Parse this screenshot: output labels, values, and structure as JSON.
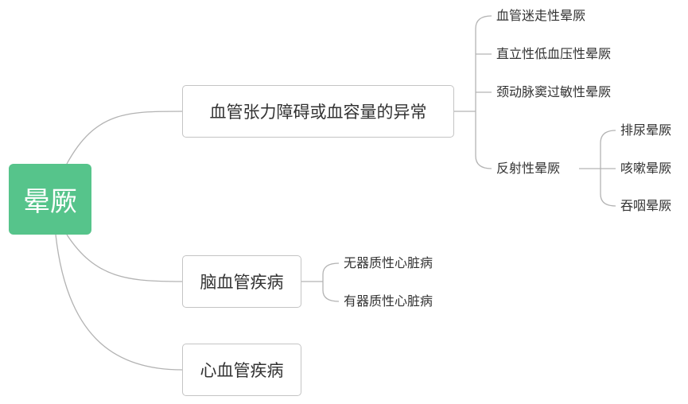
{
  "root": {
    "label": "晕厥",
    "color": "#56c48b"
  },
  "branches": [
    {
      "label": "血管张力障碍或血容量的异常",
      "children": [
        {
          "label": "血管迷走性晕厥"
        },
        {
          "label": "直立性低血压性晕厥"
        },
        {
          "label": "颈动脉窦过敏性晕厥"
        },
        {
          "label": "反射性晕厥",
          "children": [
            "排尿晕厥",
            "咳嗽晕厥",
            "吞咽晕厥"
          ]
        }
      ]
    },
    {
      "label": "脑血管疾病",
      "children": [
        {
          "label": "无器质性心脏病"
        },
        {
          "label": "有器质性心脏病"
        }
      ]
    },
    {
      "label": "心血管疾病",
      "children": []
    }
  ],
  "line_color": "#b3b3b3"
}
